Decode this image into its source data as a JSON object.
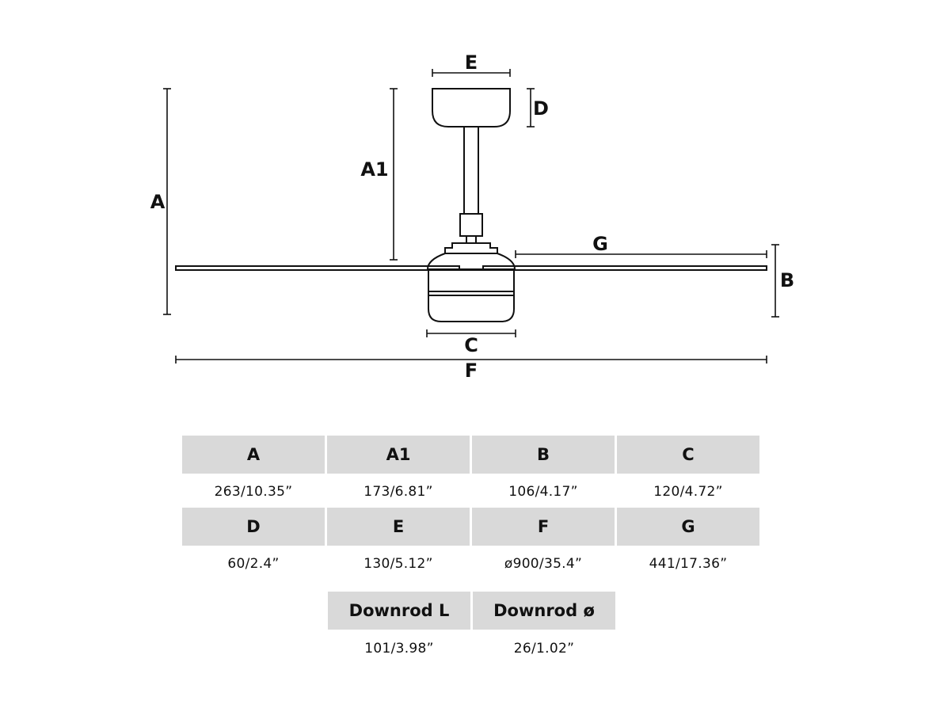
{
  "labels": {
    "E": "E",
    "D": "D",
    "A1": "A1",
    "A": "A",
    "G": "G",
    "B": "B",
    "C": "C",
    "F": "F"
  },
  "table": {
    "rows": [
      [
        {
          "key": "A",
          "value": "263/10.35”"
        },
        {
          "key": "A1",
          "value": "173/6.81”"
        },
        {
          "key": "B",
          "value": "106/4.17”"
        },
        {
          "key": "C",
          "value": "120/4.72”"
        }
      ],
      [
        {
          "key": "D",
          "value": "60/2.4”"
        },
        {
          "key": "E",
          "value": "130/5.12”"
        },
        {
          "key": "F",
          "value": "ø900/35.4”"
        },
        {
          "key": "G",
          "value": "441/17.36”"
        }
      ],
      [
        {
          "key": "Downrod L",
          "value": "101/3.98”"
        },
        {
          "key": "Downrod ø",
          "value": "26/1.02”"
        }
      ]
    ]
  },
  "colors": {
    "line": "#111111",
    "header_bg": "#d9d9d9"
  }
}
